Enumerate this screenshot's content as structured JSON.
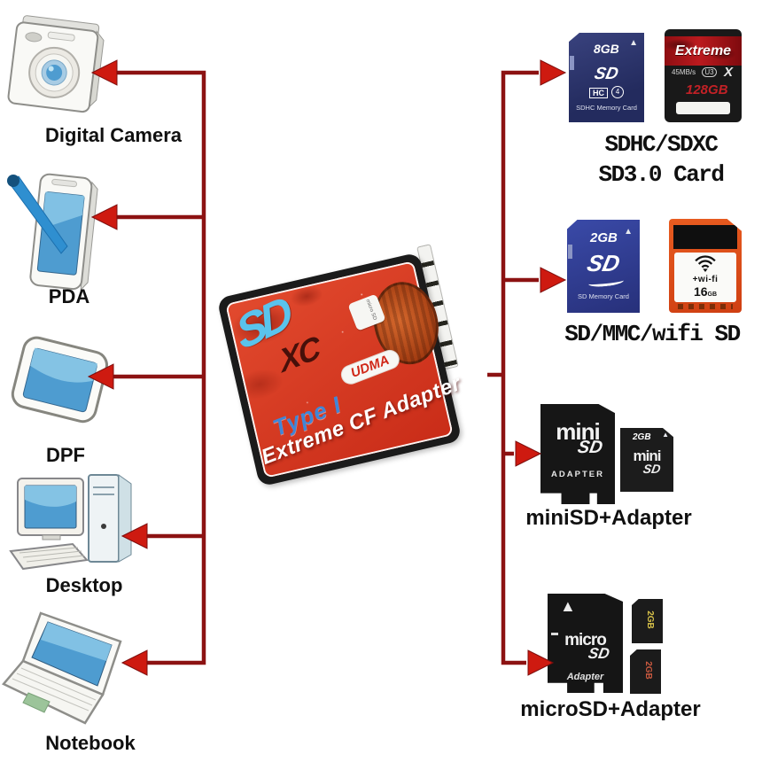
{
  "palette": {
    "background": "#ffffff",
    "line_color": "#8c1212",
    "arrow_color": "#ce1a10",
    "screen_blue": "#4e9cd0",
    "adapter_red": "#d63a22",
    "sd_logo_blue": "#5ac3ec",
    "navy_card": "#2a3270",
    "royal_card": "#2c3e95",
    "orange_card": "#dd4f1a"
  },
  "devices": [
    {
      "label": "Digital Camera"
    },
    {
      "label": "PDA"
    },
    {
      "label": "DPF"
    },
    {
      "label": "Desktop"
    },
    {
      "label": "Notebook"
    }
  ],
  "adapter": {
    "sd_logo": "SD",
    "xc_logo": "XC",
    "type_label": "Type I",
    "udma_label": "UDMA",
    "product_name": "Extreme CF Adapter",
    "slot_chip_label": "micro SD"
  },
  "card_groups": [
    {
      "label_line1": "SDHC/SDXC",
      "label_line2": "SD3.0 Card",
      "sdhc": {
        "capacity": "8GB",
        "logo": "SD",
        "logo_box": "HC",
        "class_badge": "4",
        "subtitle": "SDHC Memory Card"
      },
      "sdxc": {
        "brand": "Extreme",
        "speed": "45MB/s",
        "bus": "U3",
        "mark": "X",
        "capacity": "128GB"
      }
    },
    {
      "label_line1": "SD/MMC/wifi SD",
      "sd": {
        "capacity": "2GB",
        "logo": "SD",
        "subtitle": "SD Memory Card"
      },
      "wifi": {
        "label": "+wi-fi",
        "capacity": "16",
        "capacity_unit": "GB"
      }
    },
    {
      "label_line1": "miniSD+Adapter",
      "adapter_card": {
        "logo": "mini",
        "logo2": "SD",
        "subtitle": "ADAPTER"
      },
      "mini_card": {
        "capacity": "2GB",
        "logo": "mini",
        "logo2": "SD"
      }
    },
    {
      "label_line1": "microSD+Adapter",
      "adapter_card": {
        "logo": "micro",
        "logo2": "SD",
        "subtitle": "Adapter"
      },
      "micro_card1": {
        "capacity": "2GB"
      },
      "micro_card2": {
        "capacity": "2GB"
      }
    }
  ]
}
